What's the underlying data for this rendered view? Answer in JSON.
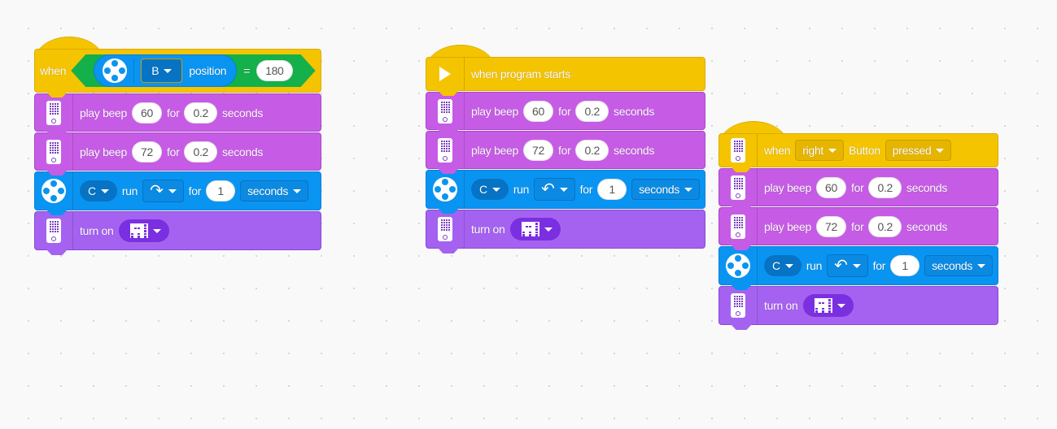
{
  "colors": {
    "event": "#f5c400",
    "sound": "#c65ce6",
    "light": "#a562f0",
    "motor": "#0a94f2",
    "operator": "#14b04a"
  },
  "stacks": [
    {
      "blocks": [
        {
          "kind": "hat",
          "icon": "none",
          "parts": [
            {
              "t": "text",
              "v": "when"
            },
            {
              "t": "cond",
              "port": "B",
              "label": "position",
              "op": "=",
              "value": "180"
            }
          ]
        },
        {
          "kind": "sound",
          "icon": "hub-icon",
          "parts": [
            {
              "t": "text",
              "v": "play beep"
            },
            {
              "t": "inp",
              "v": "60"
            },
            {
              "t": "text",
              "v": "for"
            },
            {
              "t": "inp",
              "v": "0.2"
            },
            {
              "t": "text",
              "v": "seconds"
            }
          ]
        },
        {
          "kind": "sound",
          "icon": "hub-icon",
          "parts": [
            {
              "t": "text",
              "v": "play beep"
            },
            {
              "t": "inp",
              "v": "72"
            },
            {
              "t": "text",
              "v": "for"
            },
            {
              "t": "inp",
              "v": "0.2"
            },
            {
              "t": "text",
              "v": "seconds"
            }
          ]
        },
        {
          "kind": "motor",
          "icon": "motor-icon",
          "parts": [
            {
              "t": "dd",
              "v": "C"
            },
            {
              "t": "text",
              "v": "run"
            },
            {
              "t": "dir",
              "v": "clockwise"
            },
            {
              "t": "text",
              "v": "for"
            },
            {
              "t": "inp",
              "v": "1"
            },
            {
              "t": "dd",
              "v": "seconds",
              "sq": true
            }
          ]
        },
        {
          "kind": "light",
          "icon": "hub-icon",
          "parts": [
            {
              "t": "text",
              "v": "turn on"
            },
            {
              "t": "mat",
              "v": "image"
            }
          ]
        }
      ]
    },
    {
      "blocks": [
        {
          "kind": "hat",
          "icon": "play-icon",
          "parts": [
            {
              "t": "text",
              "v": "when program starts"
            }
          ]
        },
        {
          "kind": "sound",
          "icon": "hub-icon",
          "parts": [
            {
              "t": "text",
              "v": "play beep"
            },
            {
              "t": "inp",
              "v": "60"
            },
            {
              "t": "text",
              "v": "for"
            },
            {
              "t": "inp",
              "v": "0.2"
            },
            {
              "t": "text",
              "v": "seconds"
            }
          ]
        },
        {
          "kind": "sound",
          "icon": "hub-icon",
          "parts": [
            {
              "t": "text",
              "v": "play beep"
            },
            {
              "t": "inp",
              "v": "72"
            },
            {
              "t": "text",
              "v": "for"
            },
            {
              "t": "inp",
              "v": "0.2"
            },
            {
              "t": "text",
              "v": "seconds"
            }
          ]
        },
        {
          "kind": "motor",
          "icon": "motor-icon",
          "parts": [
            {
              "t": "dd",
              "v": "C"
            },
            {
              "t": "text",
              "v": "run"
            },
            {
              "t": "dir",
              "v": "counterclockwise"
            },
            {
              "t": "text",
              "v": "for"
            },
            {
              "t": "inp",
              "v": "1"
            },
            {
              "t": "dd",
              "v": "seconds",
              "sq": true
            }
          ]
        },
        {
          "kind": "light",
          "icon": "hub-icon",
          "parts": [
            {
              "t": "text",
              "v": "turn on"
            },
            {
              "t": "mat",
              "v": "image"
            }
          ]
        }
      ]
    },
    {
      "blocks": [
        {
          "kind": "hat",
          "icon": "hub-icon",
          "parts": [
            {
              "t": "text",
              "v": "when"
            },
            {
              "t": "dd",
              "v": "right"
            },
            {
              "t": "text",
              "v": "Button"
            },
            {
              "t": "dd",
              "v": "pressed"
            }
          ]
        },
        {
          "kind": "sound",
          "icon": "hub-icon",
          "parts": [
            {
              "t": "text",
              "v": "play beep"
            },
            {
              "t": "inp",
              "v": "60"
            },
            {
              "t": "text",
              "v": "for"
            },
            {
              "t": "inp",
              "v": "0.2"
            },
            {
              "t": "text",
              "v": "seconds"
            }
          ]
        },
        {
          "kind": "sound",
          "icon": "hub-icon",
          "parts": [
            {
              "t": "text",
              "v": "play beep"
            },
            {
              "t": "inp",
              "v": "72"
            },
            {
              "t": "text",
              "v": "for"
            },
            {
              "t": "inp",
              "v": "0.2"
            },
            {
              "t": "text",
              "v": "seconds"
            }
          ]
        },
        {
          "kind": "motor",
          "icon": "motor-icon",
          "parts": [
            {
              "t": "dd",
              "v": "C"
            },
            {
              "t": "text",
              "v": "run"
            },
            {
              "t": "dir",
              "v": "counterclockwise"
            },
            {
              "t": "text",
              "v": "for"
            },
            {
              "t": "inp",
              "v": "1"
            },
            {
              "t": "dd",
              "v": "seconds",
              "sq": true
            }
          ]
        },
        {
          "kind": "light",
          "icon": "hub-icon",
          "parts": [
            {
              "t": "text",
              "v": "turn on"
            },
            {
              "t": "mat",
              "v": "image"
            }
          ]
        }
      ]
    }
  ]
}
